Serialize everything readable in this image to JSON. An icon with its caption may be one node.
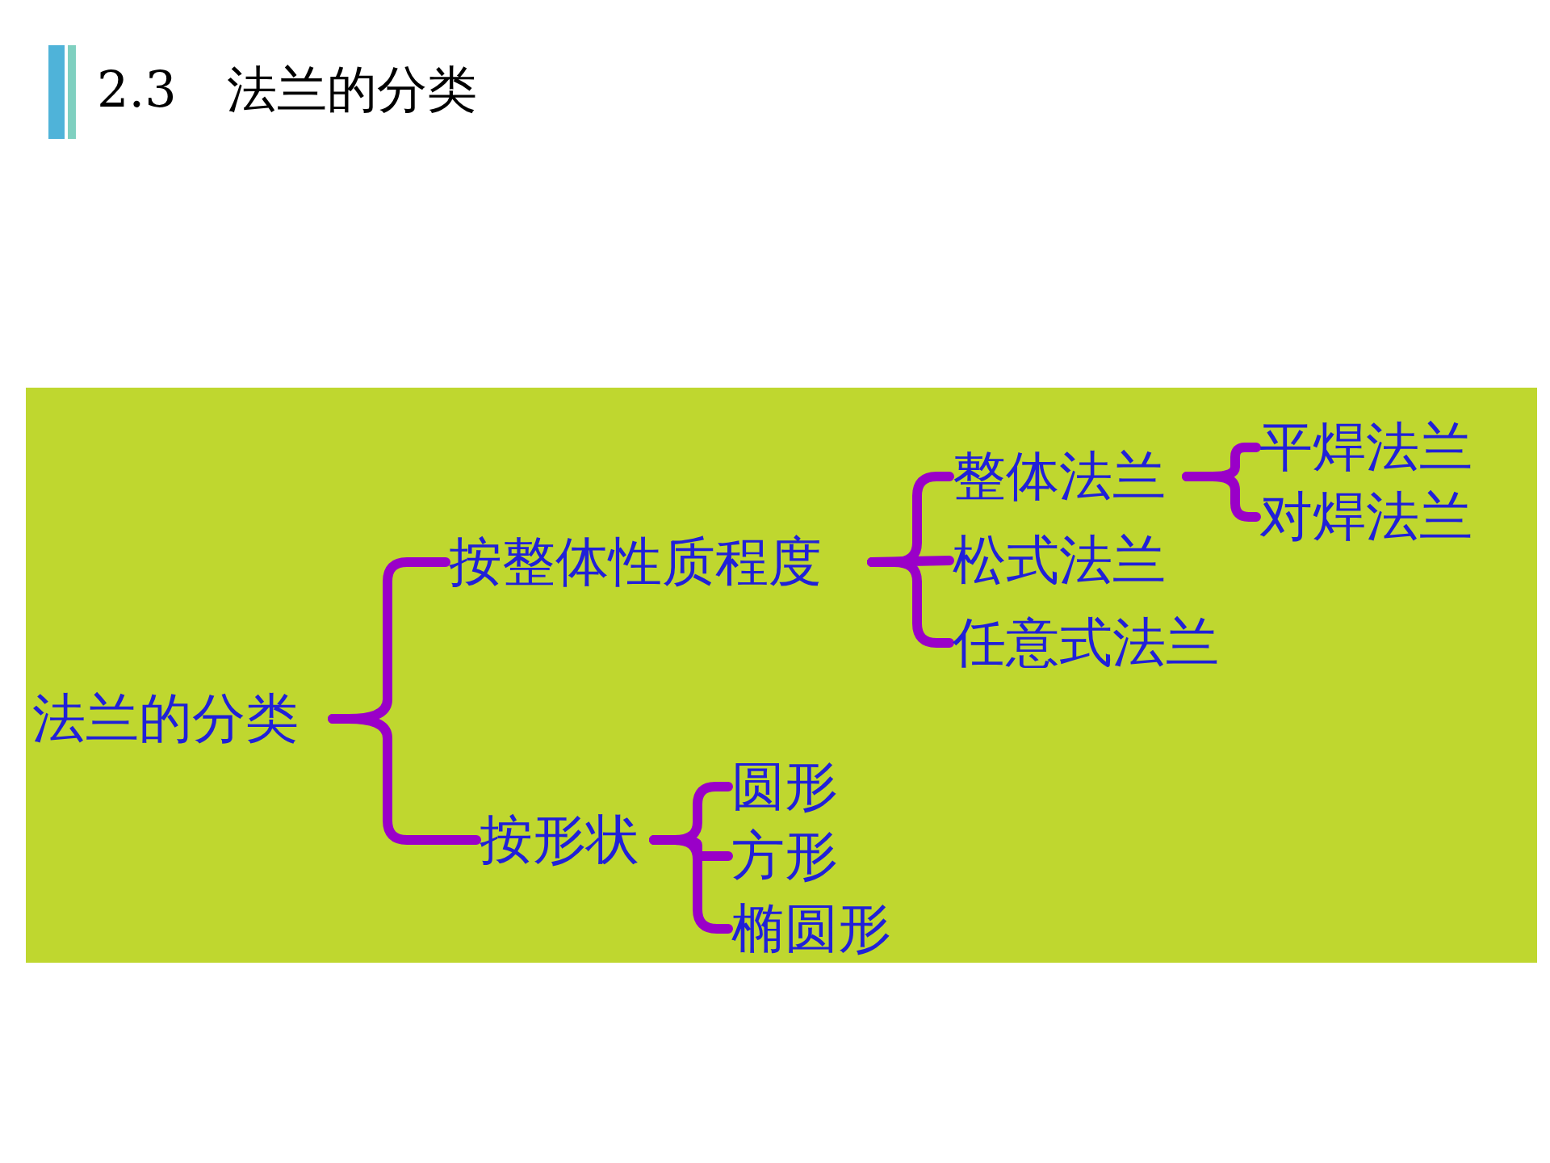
{
  "diagram": {
    "title": "2.3　法兰的分类",
    "nodes": [
      {
        "text": [
          "法兰的分类"
        ]
      },
      {
        "text": [
          "按整体性质程度"
        ]
      },
      {
        "text": [
          "按形状"
        ]
      },
      {
        "text": [
          "整体法兰"
        ]
      },
      {
        "text": [
          "松式法兰"
        ]
      },
      {
        "text": [
          "任意式法兰"
        ]
      },
      {
        "text": [
          "平焊法兰"
        ]
      },
      {
        "text": [
          "对焊法兰"
        ]
      },
      {
        "text": [
          "圆形"
        ]
      },
      {
        "text": [
          "方形"
        ]
      },
      {
        "text": [
          "椭圆形"
        ]
      }
    ],
    "edges": [
      {
        "from": 0,
        "to": 1,
        "arrow": "none"
      },
      {
        "from": 0,
        "to": 2,
        "arrow": "none"
      },
      {
        "from": 1,
        "to": 3,
        "arrow": "none"
      },
      {
        "from": 1,
        "to": 4,
        "arrow": "none"
      },
      {
        "from": 1,
        "to": 5,
        "arrow": "none"
      },
      {
        "from": 3,
        "to": 6,
        "arrow": "none"
      },
      {
        "from": 3,
        "to": 7,
        "arrow": "none"
      },
      {
        "from": 2,
        "to": 8,
        "arrow": "none"
      },
      {
        "from": 2,
        "to": 9,
        "arrow": "none"
      },
      {
        "from": 2,
        "to": 10,
        "arrow": "none"
      }
    ]
  }
}
